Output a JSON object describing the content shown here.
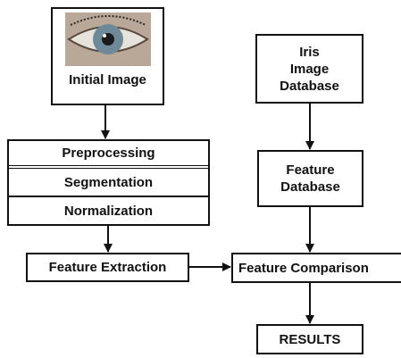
{
  "nodes": {
    "initial_image": "Initial Image",
    "preprocessing": "Preprocessing",
    "segmentation": "Segmentation",
    "normalization": "Normalization",
    "feature_extraction": "Feature Extraction",
    "iris_db_line1": "Iris",
    "iris_db_line2": "Image",
    "iris_db_line3": "Database",
    "feature_db_line1": "Feature",
    "feature_db_line2": "Database",
    "feature_comparison": "Feature Comparison",
    "results": "RESULTS"
  },
  "colors": {
    "line": "#111111",
    "eye_iris": "#6e8a98",
    "eye_skin": "#b9a898"
  }
}
